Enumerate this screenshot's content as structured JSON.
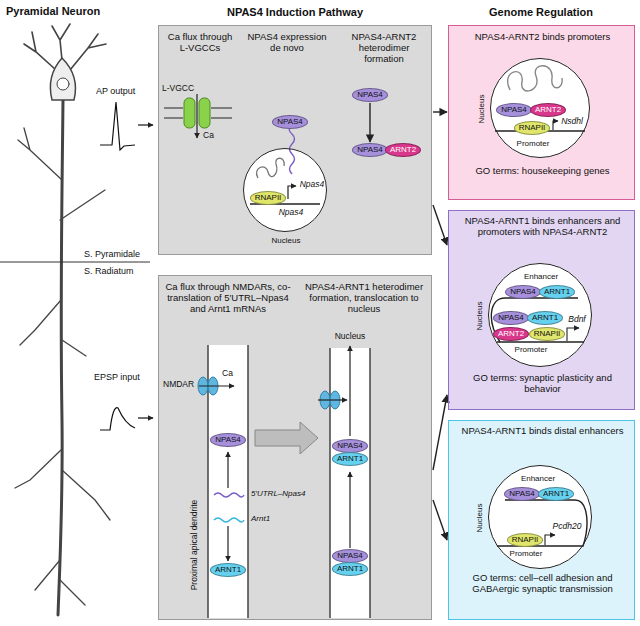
{
  "diagram": {
    "nodes": [
      {
        "text": [
          "Ca flux through L-VGCCs",
          "NPAS4 expression de novo",
          "NPAS4-ARNT2 heterodimer formation"
        ]
      },
      {
        "text": [
          "Npas4",
          "Npas4",
          "Nucleus"
        ],
        "in": 0
      },
      {
        "text": [
          "RNAPII"
        ],
        "in": 1
      },
      {
        "text": [
          "NPAS4"
        ],
        "in": 0
      },
      {
        "text": [
          "NPAS4"
        ],
        "in": 0
      },
      {
        "text": [
          "NPAS4"
        ],
        "in": 0
      },
      {
        "text": [
          "ARNT2"
        ],
        "in": 0
      },
      {
        "text": [
          "Ca flux through NMDARs, co-translation of 5′UTRL–Npas4 and Arnt1 mRNAs",
          "NPAS4-ARNT1 heterodimer formation, translocation to nucleus"
        ]
      },
      {
        "text": [
          "NPAS4"
        ],
        "in": 7
      },
      {
        "text": [
          "ARNT1"
        ],
        "in": 7
      },
      {
        "text": [
          "NPAS4"
        ],
        "in": 7
      },
      {
        "text": [
          "ARNT1"
        ],
        "in": 7
      },
      {
        "text": [
          "NPAS4"
        ],
        "in": 7
      },
      {
        "text": [
          "ARNT1"
        ],
        "in": 7
      },
      {
        "text": [
          "NPAS4-ARNT2 binds promoters",
          "GO terms: housekeeping genes"
        ]
      },
      {
        "text": [
          "Nucleus",
          "Promoter",
          "Nsdhl"
        ],
        "in": 14
      },
      {
        "text": [
          "NPAS4"
        ],
        "in": 15
      },
      {
        "text": [
          "ARNT2"
        ],
        "in": 15
      },
      {
        "text": [
          "RNAPII"
        ],
        "in": 15
      },
      {
        "text": [
          "NPAS4-ARNT1 binds enhancers and promoters with NPAS4-ARNT2",
          "GO terms: synaptic plasticity and behavior"
        ]
      },
      {
        "text": [
          "Nucleus",
          "Enhancer",
          "Promoter",
          "Bdnf"
        ],
        "in": 19
      },
      {
        "text": [
          "NPAS4"
        ],
        "in": 20
      },
      {
        "text": [
          "ARNT1"
        ],
        "in": 20
      },
      {
        "text": [
          "NPAS4"
        ],
        "in": 20
      },
      {
        "text": [
          "ARNT1"
        ],
        "in": 20
      },
      {
        "text": [
          "ARNT2"
        ],
        "in": 20
      },
      {
        "text": [
          "RNAPII"
        ],
        "in": 20
      },
      {
        "text": [
          "NPAS4-ARNT1 binds distal enhancers",
          "GO terms: cell–cell adhesion and GABAergic synaptic transmission"
        ]
      },
      {
        "text": [
          "Nucleus",
          "Enhancer",
          "Promoter",
          "Pcdh20"
        ],
        "in": 27
      },
      {
        "text": [
          "NPAS4"
        ],
        "in": 28
      },
      {
        "text": [
          "ARNT1"
        ],
        "in": 28
      },
      {
        "text": [
          "RNAPII"
        ],
        "in": 28
      }
    ],
    "edges": [
      {
        "from": 4,
        "to": 5,
        "arrow": "to"
      },
      {
        "from": 0,
        "to": 14,
        "arrow": "to"
      },
      {
        "from": 0,
        "to": 19,
        "arrow": "to"
      },
      {
        "from": 7,
        "to": 19,
        "arrow": "to"
      },
      {
        "from": 7,
        "to": 27,
        "arrow": "to"
      }
    ],
    "labels": [
      "Pyramidal Neuron",
      "NPAS4 Induction Pathway",
      "Genome Regulation",
      "AP output",
      "EPSP input",
      "S. Pyramidale",
      "S. Radiatum",
      "L-VGCC",
      "Ca",
      "NMDAR",
      "Ca",
      "5′UTRL–Npas4",
      "Arnt1",
      "Proximal apical dendrite",
      "Nucleus"
    ]
  }
}
